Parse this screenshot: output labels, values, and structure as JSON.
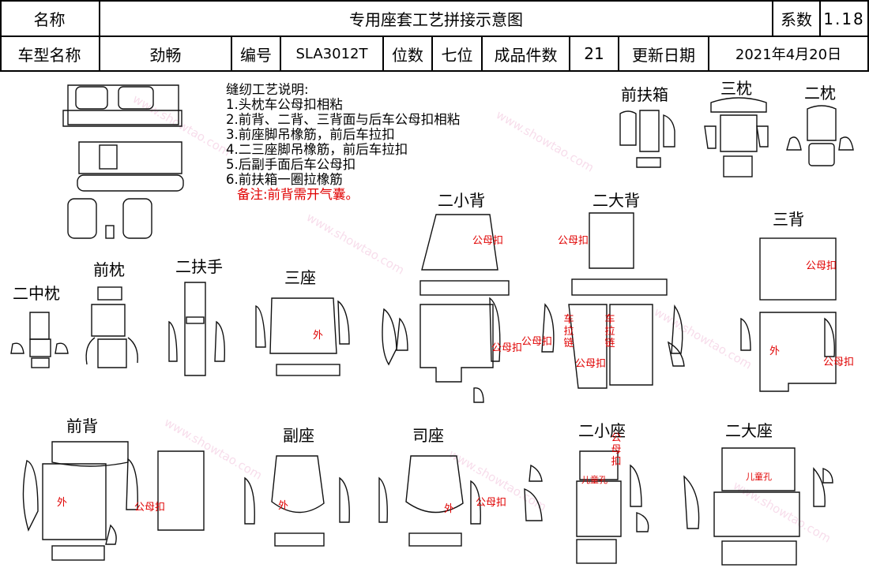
{
  "header": {
    "name_label": "名称",
    "title": "专用座套工艺拼接示意图",
    "coef_label": "系数",
    "coef_value": "1.18",
    "model_label": "车型名称",
    "model_value": "劲畅",
    "code_label": "编号",
    "code_value": "SLA3012T",
    "seats_label": "位数",
    "seats_value": "七位",
    "pieces_label": "成品件数",
    "pieces_value": "21",
    "date_label": "更新日期",
    "date_value": "2021年4月20日"
  },
  "notes": {
    "title": "缝纫工艺说明:",
    "items": [
      "1.头枕车公母扣相粘",
      "2.前背、二背、三背面与后车公母扣相粘",
      "3.前座脚吊橡筋，前后车拉扣",
      "4.二三座脚吊橡筋，前后车拉扣",
      "5.后副手面后车公母扣",
      "6.前扶箱一圈拉橡筋"
    ],
    "remark": "备注:前背需开气囊。"
  },
  "parts": {
    "front_armrest_box": "前扶箱",
    "third_headrest": "三枕",
    "second_headrest": "二枕",
    "second_small_back": "二小背",
    "second_large_back": "二大背",
    "third_back": "三背",
    "front_headrest": "前枕",
    "second_armrest": "二扶手",
    "second_middle_headrest": "二中枕",
    "third_seat": "三座",
    "front_back": "前背",
    "passenger_seat": "副座",
    "driver_seat": "司座",
    "second_small_seat": "二小座",
    "second_large_seat": "二大座"
  },
  "annotations": {
    "male_female_buckle": "公母扣",
    "outside": "外",
    "car_zipper": "车拉链",
    "child_hole": "儿童孔",
    "watermark": "www.showtao.com"
  }
}
